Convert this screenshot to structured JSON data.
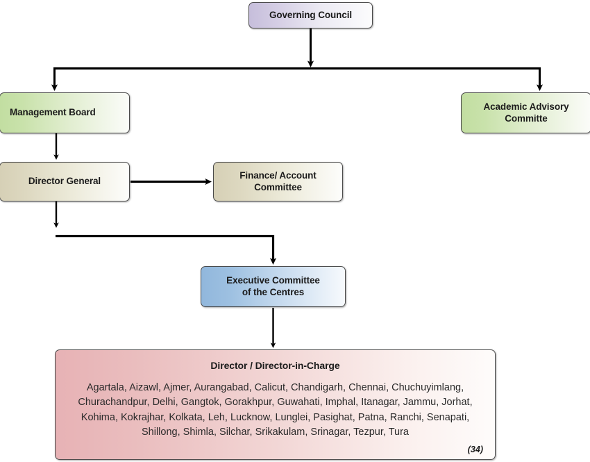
{
  "diagram": {
    "title": "Organizational Structure Chart",
    "nodes": {
      "governing_council": {
        "label": "Governing Council",
        "color": "#c6bedb"
      },
      "management_board": {
        "label": "Management Board",
        "color": "#c2dea1"
      },
      "academic_advisory": {
        "label": "Academic Advisory\nCommitte",
        "line1": "Academic Advisory",
        "line2": "Committe",
        "color": "#c2dea1"
      },
      "director_general": {
        "label": "Director General",
        "color": "#d6d0b6"
      },
      "finance_account": {
        "line1": "Finance/ Account",
        "line2": "Committee",
        "color": "#d6d0b6"
      },
      "executive_committee": {
        "line1": "Executive Committee",
        "line2": "of the Centres",
        "color": "#91b7dc"
      },
      "director_in_charge": {
        "label": "Director / Director-in-Charge",
        "color": "#e7b2b5",
        "count": "(34)",
        "cities_text": "Agartala, Aizawl, Ajmer, Aurangabad, Calicut, Chandigarh, Chennai, Chuchuyimlang, Churachandpur, Delhi, Gangtok, Gorakhpur, Guwahati, Imphal, Itanagar, Jammu, Jorhat, Kohima, Kokrajhar, Kolkata, Leh, Lucknow, Lunglei, Pasighat, Patna, Ranchi, Senapati, Shillong, Shimla, Silchar, Srikakulam, Srinagar, Tezpur, Tura",
        "cities": [
          "Agartala",
          "Aizawl",
          "Ajmer",
          "Aurangabad",
          "Calicut",
          "Chandigarh",
          "Chennai",
          "Chuchuyimlang",
          "Churachandpur",
          "Delhi",
          "Gangtok",
          "Gorakhpur",
          "Guwahati",
          "Imphal",
          "Itanagar",
          "Jammu",
          "Jorhat",
          "Kohima",
          "Kokrajhar",
          "Kolkata",
          "Leh",
          "Lucknow",
          "Lunglei",
          "Pasighat",
          "Patna",
          "Ranchi",
          "Senapati",
          "Shillong",
          "Shimla",
          "Silchar",
          "Srikakulam",
          "Srinagar",
          "Tezpur",
          "Tura"
        ]
      }
    },
    "connectors": [
      {
        "from": "governing_council",
        "to": "management_board",
        "style": "elbow-split"
      },
      {
        "from": "governing_council",
        "to": "academic_advisory",
        "style": "elbow-split"
      },
      {
        "from": "management_board",
        "to": "director_general",
        "style": "straight-down"
      },
      {
        "from": "director_general",
        "to": "finance_account",
        "style": "straight-right"
      },
      {
        "from": "director_general",
        "to": "executive_committee",
        "style": "elbow"
      },
      {
        "from": "executive_committee",
        "to": "director_in_charge",
        "style": "straight-down"
      }
    ],
    "line_color": "#000000"
  }
}
